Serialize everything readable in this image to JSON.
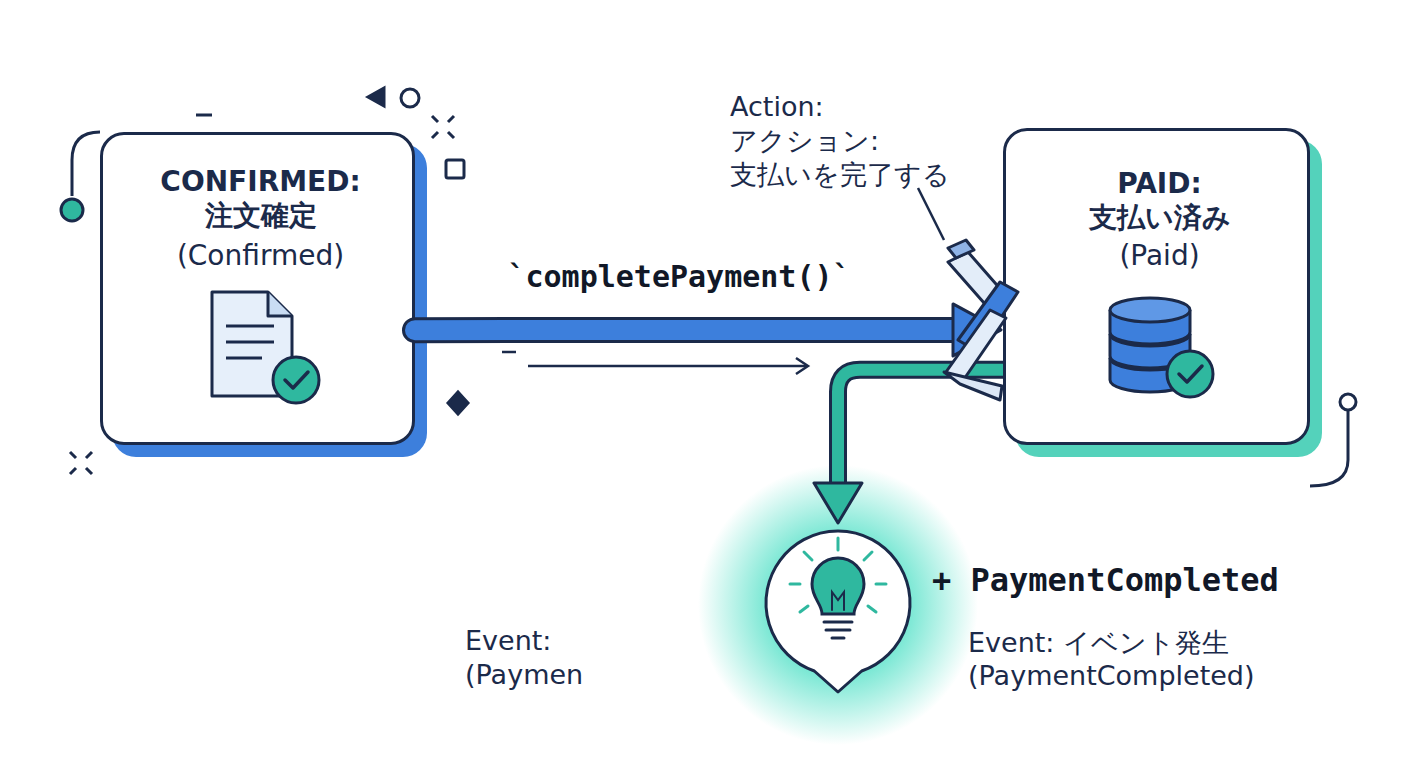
{
  "diagram": {
    "nodes": [
      {
        "text": [
          "CONFIRMED: 注文確定",
          "(Confirmed)"
        ]
      },
      {
        "text": [
          "PAID: 支払い済み",
          "(Paid)"
        ]
      },
      {
        "text": [
          "+ PaymentCompleted",
          "Event: イベント発生 (PaymentCompleted)"
        ]
      }
    ],
    "edges": [
      {
        "from": 0,
        "to": 1,
        "label": "`completePayment()`",
        "arrow": "to"
      },
      {
        "from": 1,
        "to": 2,
        "arrow": "to"
      }
    ],
    "labels": [
      "Action: アクション: 支払いを完了する",
      "Event: (Paymen"
    ]
  }
}
